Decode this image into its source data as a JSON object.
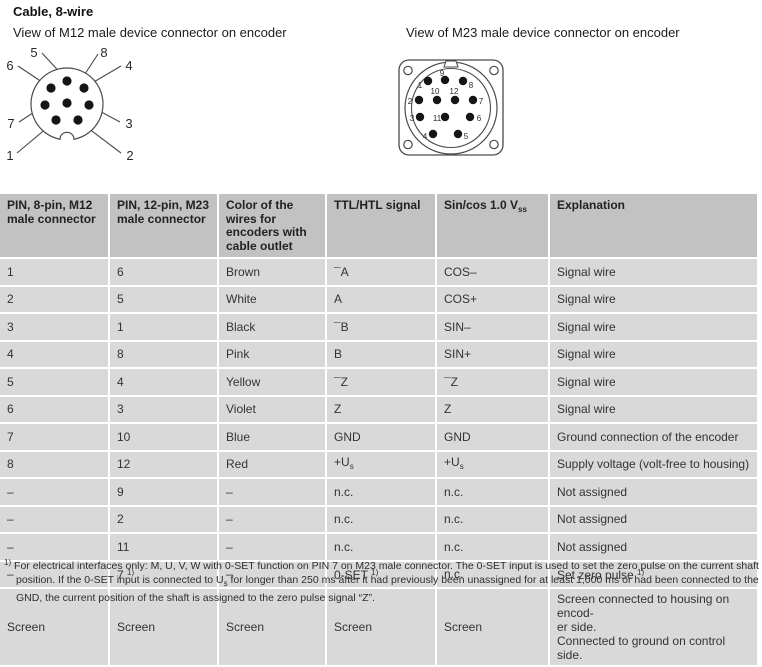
{
  "page": {
    "title": "Cable, 8-wire"
  },
  "diagrams": {
    "m12": {
      "caption": "View of M12 male device connector on encoder",
      "labels": [
        "1",
        "2",
        "3",
        "4",
        "5",
        "6",
        "7",
        "8"
      ]
    },
    "m23": {
      "caption": "View of M23 male device connector on encoder",
      "labels": [
        "1",
        "2",
        "3",
        "4",
        "5",
        "6",
        "7",
        "8",
        "9",
        "10",
        "11",
        "12"
      ]
    }
  },
  "table": {
    "columns": [
      "PIN, 8-pin, M12 male connector",
      "PIN, 12-pin, M23 male connector",
      "Color of the wires for encoders with cable outlet",
      "TTL/HTL signal",
      "Sin/cos 1.0 V_{ss}",
      "Explanation"
    ],
    "rows": [
      [
        "1",
        "6",
        "Brown",
        "¯A",
        "COS–",
        "Signal wire"
      ],
      [
        "2",
        "5",
        "White",
        "A",
        "COS+",
        "Signal wire"
      ],
      [
        "3",
        "1",
        "Black",
        "¯B",
        "SIN–",
        "Signal wire"
      ],
      [
        "4",
        "8",
        "Pink",
        "B",
        "SIN+",
        "Signal wire"
      ],
      [
        "5",
        "4",
        "Yellow",
        "¯Z",
        "¯Z",
        "Signal wire"
      ],
      [
        "6",
        "3",
        "Violet",
        "Z",
        "Z",
        "Signal wire"
      ],
      [
        "7",
        "10",
        "Blue",
        "GND",
        "GND",
        "Ground connection of the encoder"
      ],
      [
        "8",
        "12",
        "Red",
        "+U_{s}",
        "+U_{s}",
        "Supply voltage (volt-free to housing)"
      ],
      [
        "–",
        "9",
        "–",
        "n.c.",
        "n.c.",
        "Not assigned"
      ],
      [
        "–",
        "2",
        "–",
        "n.c.",
        "n.c.",
        "Not assigned"
      ],
      [
        "–",
        "11",
        "–",
        "n.c.",
        "n.c.",
        "Not assigned"
      ],
      [
        "–",
        "7 ^{1)}",
        "–",
        "0-SET ^{1)}",
        "n.c.",
        "Set zero pulse ^{1)}"
      ],
      [
        "Screen",
        "Screen",
        "Screen",
        "Screen",
        "Screen",
        "Screen connected to housing on encod-\ner side.\nConnected to ground on control side."
      ]
    ]
  },
  "footnote": "^{1)} For electrical interfaces only: M, U, V, W with 0-SET function on PIN 7 on M23 male connector. The 0-SET input is used to set the zero pulse on the current shaft position. If the 0-SET input is connected to U_{s} for longer than 250 ms after it had previously been unassigned for at least 1,000 ms or had been connected to the GND, the current position of the shaft is assigned to the zero pulse signal “Z”.",
  "colors": {
    "header_bg": "#c2c2c2",
    "row_bg": "#d9d9d9",
    "text": "#1a1a1a"
  }
}
